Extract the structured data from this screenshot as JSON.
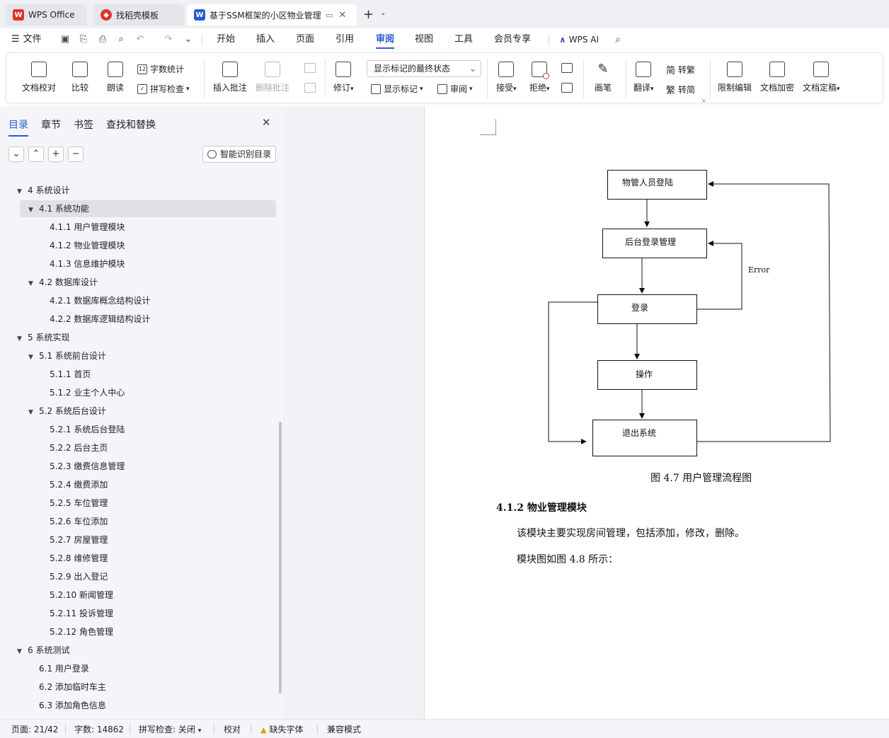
{
  "tabs": [
    {
      "label": "WPS Office",
      "icon": "wps-logo-icon",
      "color": "#e0322b"
    },
    {
      "label": "找稻壳模板",
      "icon": "docer-logo-icon",
      "color": "#e0322b"
    },
    {
      "label": "基于SSM框架的小区物业管理",
      "icon": "word-doc-icon",
      "color": "#2a5bd7"
    }
  ],
  "menu": {
    "file": "文件",
    "items": [
      "开始",
      "插入",
      "页面",
      "引用",
      "审阅",
      "视图",
      "工具",
      "会员专享"
    ],
    "active": "审阅",
    "wps_ai": "WPS AI"
  },
  "ribbon": {
    "proof": "文档校对",
    "compare": "比较",
    "read_aloud": "朗读",
    "word_count": "字数统计",
    "spell_check": "拼写检查",
    "insert_comment": "插入批注",
    "delete_comment": "删除批注",
    "track_changes": "修订",
    "display_state": "显示标记的最终状态",
    "show_markup": "显示标记",
    "review": "审阅",
    "accept": "接受",
    "reject": "拒绝",
    "pen": "画笔",
    "translate": "翻译",
    "to_traditional": "转繁",
    "to_simplified": "转简",
    "restrict_edit": "限制编辑",
    "encrypt": "文档加密",
    "finalize": "文档定稿"
  },
  "panel": {
    "tabs": [
      "目录",
      "章节",
      "书签",
      "查找和替换"
    ],
    "smart_toc": "智能识别目录",
    "toc": [
      {
        "label": "4  系统设计",
        "level": 0,
        "expand": true
      },
      {
        "label": "4.1 系统功能",
        "level": 1,
        "expand": true,
        "selected": true
      },
      {
        "label": "4.1.1 用户管理模块",
        "level": 2
      },
      {
        "label": "4.1.2  物业管理模块",
        "level": 2
      },
      {
        "label": "4.1.3  信息维护模块",
        "level": 2
      },
      {
        "label": "4.2 数据库设计",
        "level": 1,
        "expand": true
      },
      {
        "label": "4.2.1  数据库概念结构设计",
        "level": 2
      },
      {
        "label": "4.2.2  数据库逻辑结构设计",
        "level": 2
      },
      {
        "label": "5  系统实现",
        "level": 0,
        "expand": true
      },
      {
        "label": "5.1 系统前台设计",
        "level": 1,
        "expand": true
      },
      {
        "label": "5.1.1 首页",
        "level": 2
      },
      {
        "label": "5.1.2 业主个人中心",
        "level": 2
      },
      {
        "label": "5.2 系统后台设计",
        "level": 1,
        "expand": true
      },
      {
        "label": "5.2.1 系统后台登陆",
        "level": 2
      },
      {
        "label": "5.2.2 后台主页",
        "level": 2
      },
      {
        "label": "5.2.3  缴费信息管理",
        "level": 2
      },
      {
        "label": "5.2.4 缴费添加",
        "level": 2
      },
      {
        "label": "5.2.5 车位管理",
        "level": 2
      },
      {
        "label": "5.2.6 车位添加",
        "level": 2
      },
      {
        "label": "5.2.7  房屋管理",
        "level": 2
      },
      {
        "label": "5.2.8  维修管理",
        "level": 2
      },
      {
        "label": "5.2.9 出入登记",
        "level": 2
      },
      {
        "label": "5.2.10 新闻管理",
        "level": 2
      },
      {
        "label": "5.2.11 投诉管理",
        "level": 2
      },
      {
        "label": "5.2.12  角色管理",
        "level": 2
      },
      {
        "label": "6  系统测试",
        "level": 0,
        "expand": true
      },
      {
        "label": "6.1 用户登录",
        "level": 1
      },
      {
        "label": "6.2 添加临时车主",
        "level": 1
      },
      {
        "label": "6.3 添加角色信息",
        "level": 1
      }
    ]
  },
  "doc": {
    "flow": {
      "box1": "物管人员登陆",
      "box2": "后台登录管理",
      "box3": "登录",
      "box4": "操作",
      "box5": "退出系统",
      "error": "Error"
    },
    "caption": "图  4.7    用户管理流程图",
    "heading": "4.1.2  物业管理模块",
    "para1": "该模块主要实现房间管理，包括添加，修改，删除。",
    "para2": "模块图如图 4.8 所示："
  },
  "status": {
    "page": "页面: 21/42",
    "words": "字数: 14862",
    "spell": "拼写检查: 关闭",
    "proof": "校对",
    "missing_font": "缺失字体",
    "compat": "兼容模式"
  }
}
